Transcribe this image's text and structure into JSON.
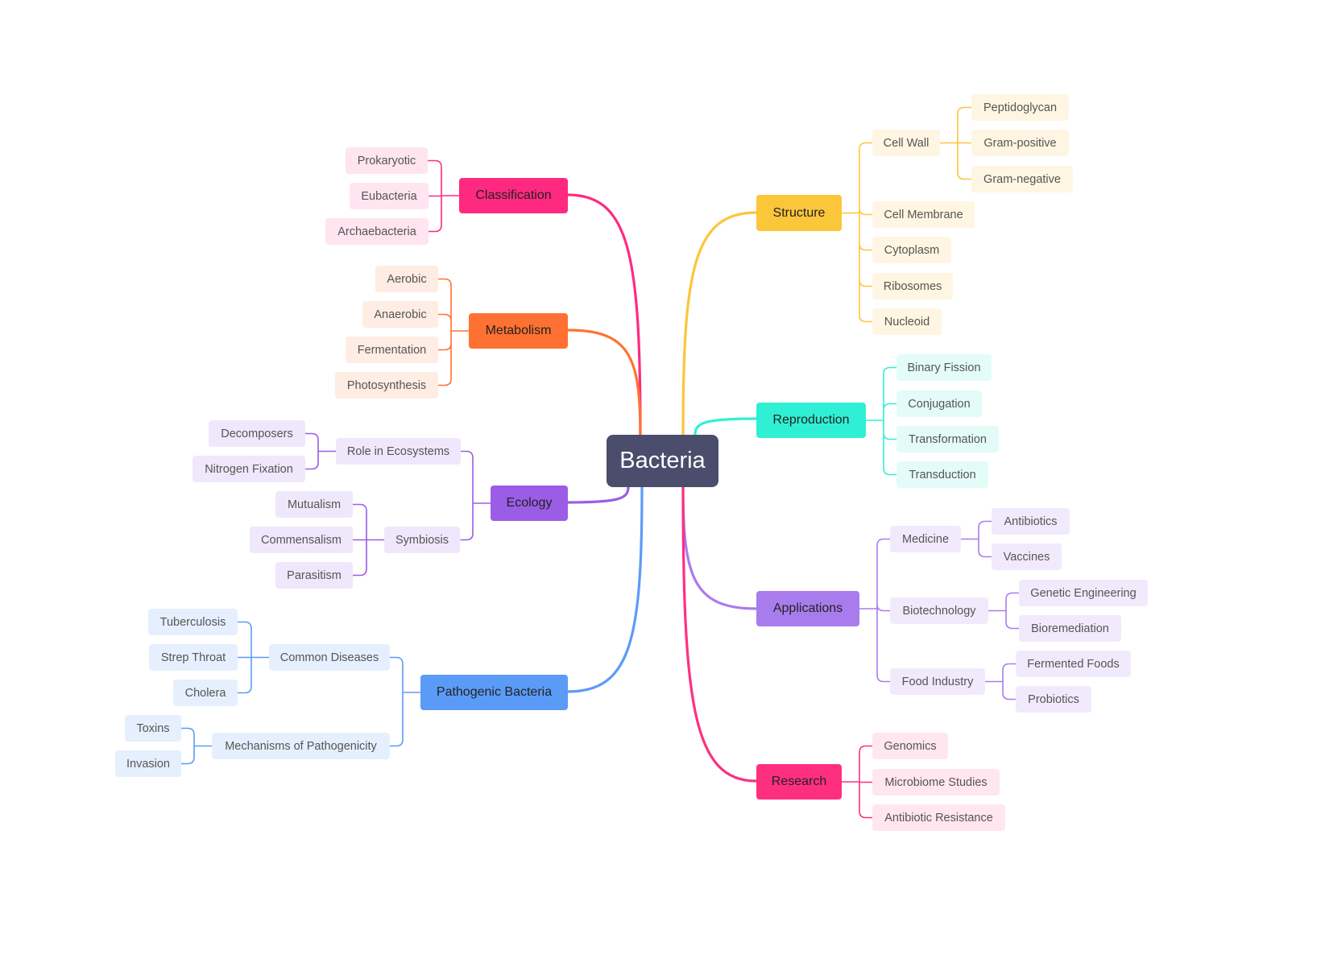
{
  "diagram": {
    "root": {
      "label": "Bacteria",
      "color": "#4a4d6b"
    },
    "branches": [
      {
        "label": "Structure",
        "color": "#fcc63a",
        "light": "#fef6e2",
        "children": [
          {
            "label": "Cell Wall",
            "children": [
              {
                "label": "Peptidoglycan"
              },
              {
                "label": "Gram-positive"
              },
              {
                "label": "Gram-negative"
              }
            ]
          },
          {
            "label": "Cell Membrane"
          },
          {
            "label": "Cytoplasm"
          },
          {
            "label": "Ribosomes"
          },
          {
            "label": "Nucleoid"
          }
        ]
      },
      {
        "label": "Reproduction",
        "color": "#2ff0d4",
        "light": "#e3fcf8",
        "children": [
          {
            "label": "Binary Fission"
          },
          {
            "label": "Conjugation"
          },
          {
            "label": "Transformation"
          },
          {
            "label": "Transduction"
          }
        ]
      },
      {
        "label": "Applications",
        "color": "#a97ced",
        "light": "#f1eafc",
        "children": [
          {
            "label": "Medicine",
            "children": [
              {
                "label": "Antibiotics"
              },
              {
                "label": "Vaccines"
              }
            ]
          },
          {
            "label": "Biotechnology",
            "children": [
              {
                "label": "Genetic Engineering"
              },
              {
                "label": "Bioremediation"
              }
            ]
          },
          {
            "label": "Food Industry",
            "children": [
              {
                "label": "Fermented Foods"
              },
              {
                "label": "Probiotics"
              }
            ]
          }
        ]
      },
      {
        "label": "Research",
        "color": "#ff2f80",
        "light": "#ffe6ef",
        "children": [
          {
            "label": "Genomics"
          },
          {
            "label": "Microbiome Studies"
          },
          {
            "label": "Antibiotic Resistance"
          }
        ]
      },
      {
        "label": "Classification",
        "color": "#ff2a7f",
        "light": "#ffe5ef",
        "children": [
          {
            "label": "Prokaryotic"
          },
          {
            "label": "Eubacteria"
          },
          {
            "label": "Archaebacteria"
          }
        ]
      },
      {
        "label": "Metabolism",
        "color": "#ff7133",
        "light": "#ffece2",
        "children": [
          {
            "label": "Aerobic"
          },
          {
            "label": "Anaerobic"
          },
          {
            "label": "Fermentation"
          },
          {
            "label": "Photosynthesis"
          }
        ]
      },
      {
        "label": "Ecology",
        "color": "#9b5de5",
        "light": "#efe7fb",
        "children": [
          {
            "label": "Role in Ecosystems",
            "children": [
              {
                "label": "Decomposers"
              },
              {
                "label": "Nitrogen Fixation"
              }
            ]
          },
          {
            "label": "Symbiosis",
            "children": [
              {
                "label": "Mutualism"
              },
              {
                "label": "Commensalism"
              },
              {
                "label": "Parasitism"
              }
            ]
          }
        ]
      },
      {
        "label": "Pathogenic Bacteria",
        "color": "#5b9bf8",
        "light": "#e6effd",
        "children": [
          {
            "label": "Common Diseases",
            "children": [
              {
                "label": "Tuberculosis"
              },
              {
                "label": "Strep Throat"
              },
              {
                "label": "Cholera"
              }
            ]
          },
          {
            "label": "Mechanisms of Pathogenicity",
            "children": [
              {
                "label": "Toxins"
              },
              {
                "label": "Invasion"
              }
            ]
          }
        ]
      }
    ]
  }
}
